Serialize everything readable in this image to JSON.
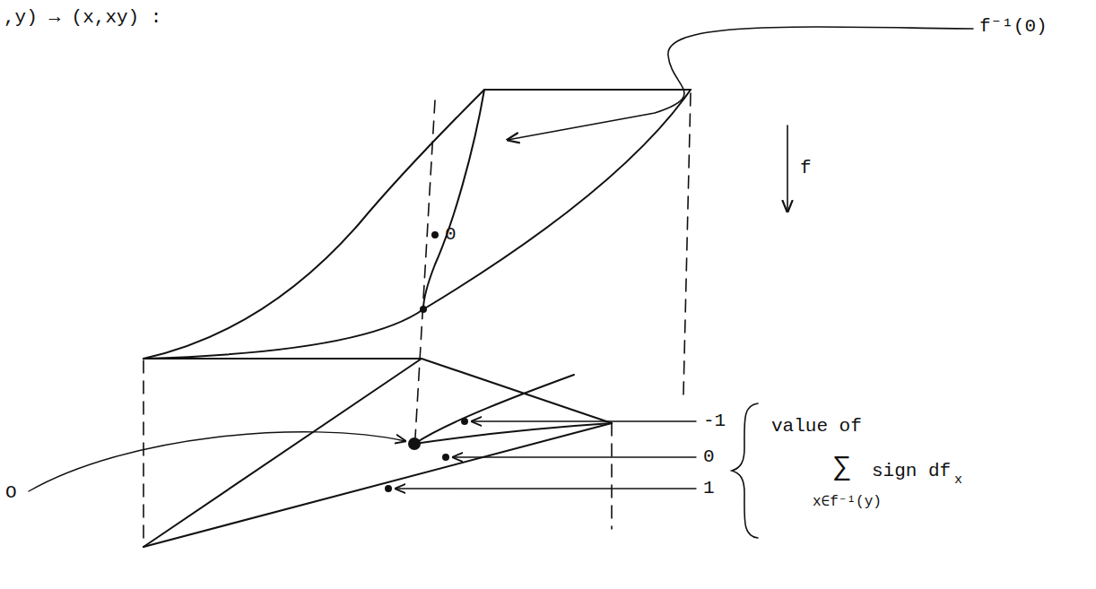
{
  "diagram": {
    "labels": [
      ",y) → (x,xy) :",
      "f⁻¹(0)",
      "0",
      "f",
      "-1",
      "0",
      "1",
      "O",
      "value of",
      "∑",
      "sign df",
      "x",
      "x∈f⁻¹(y)"
    ]
  }
}
